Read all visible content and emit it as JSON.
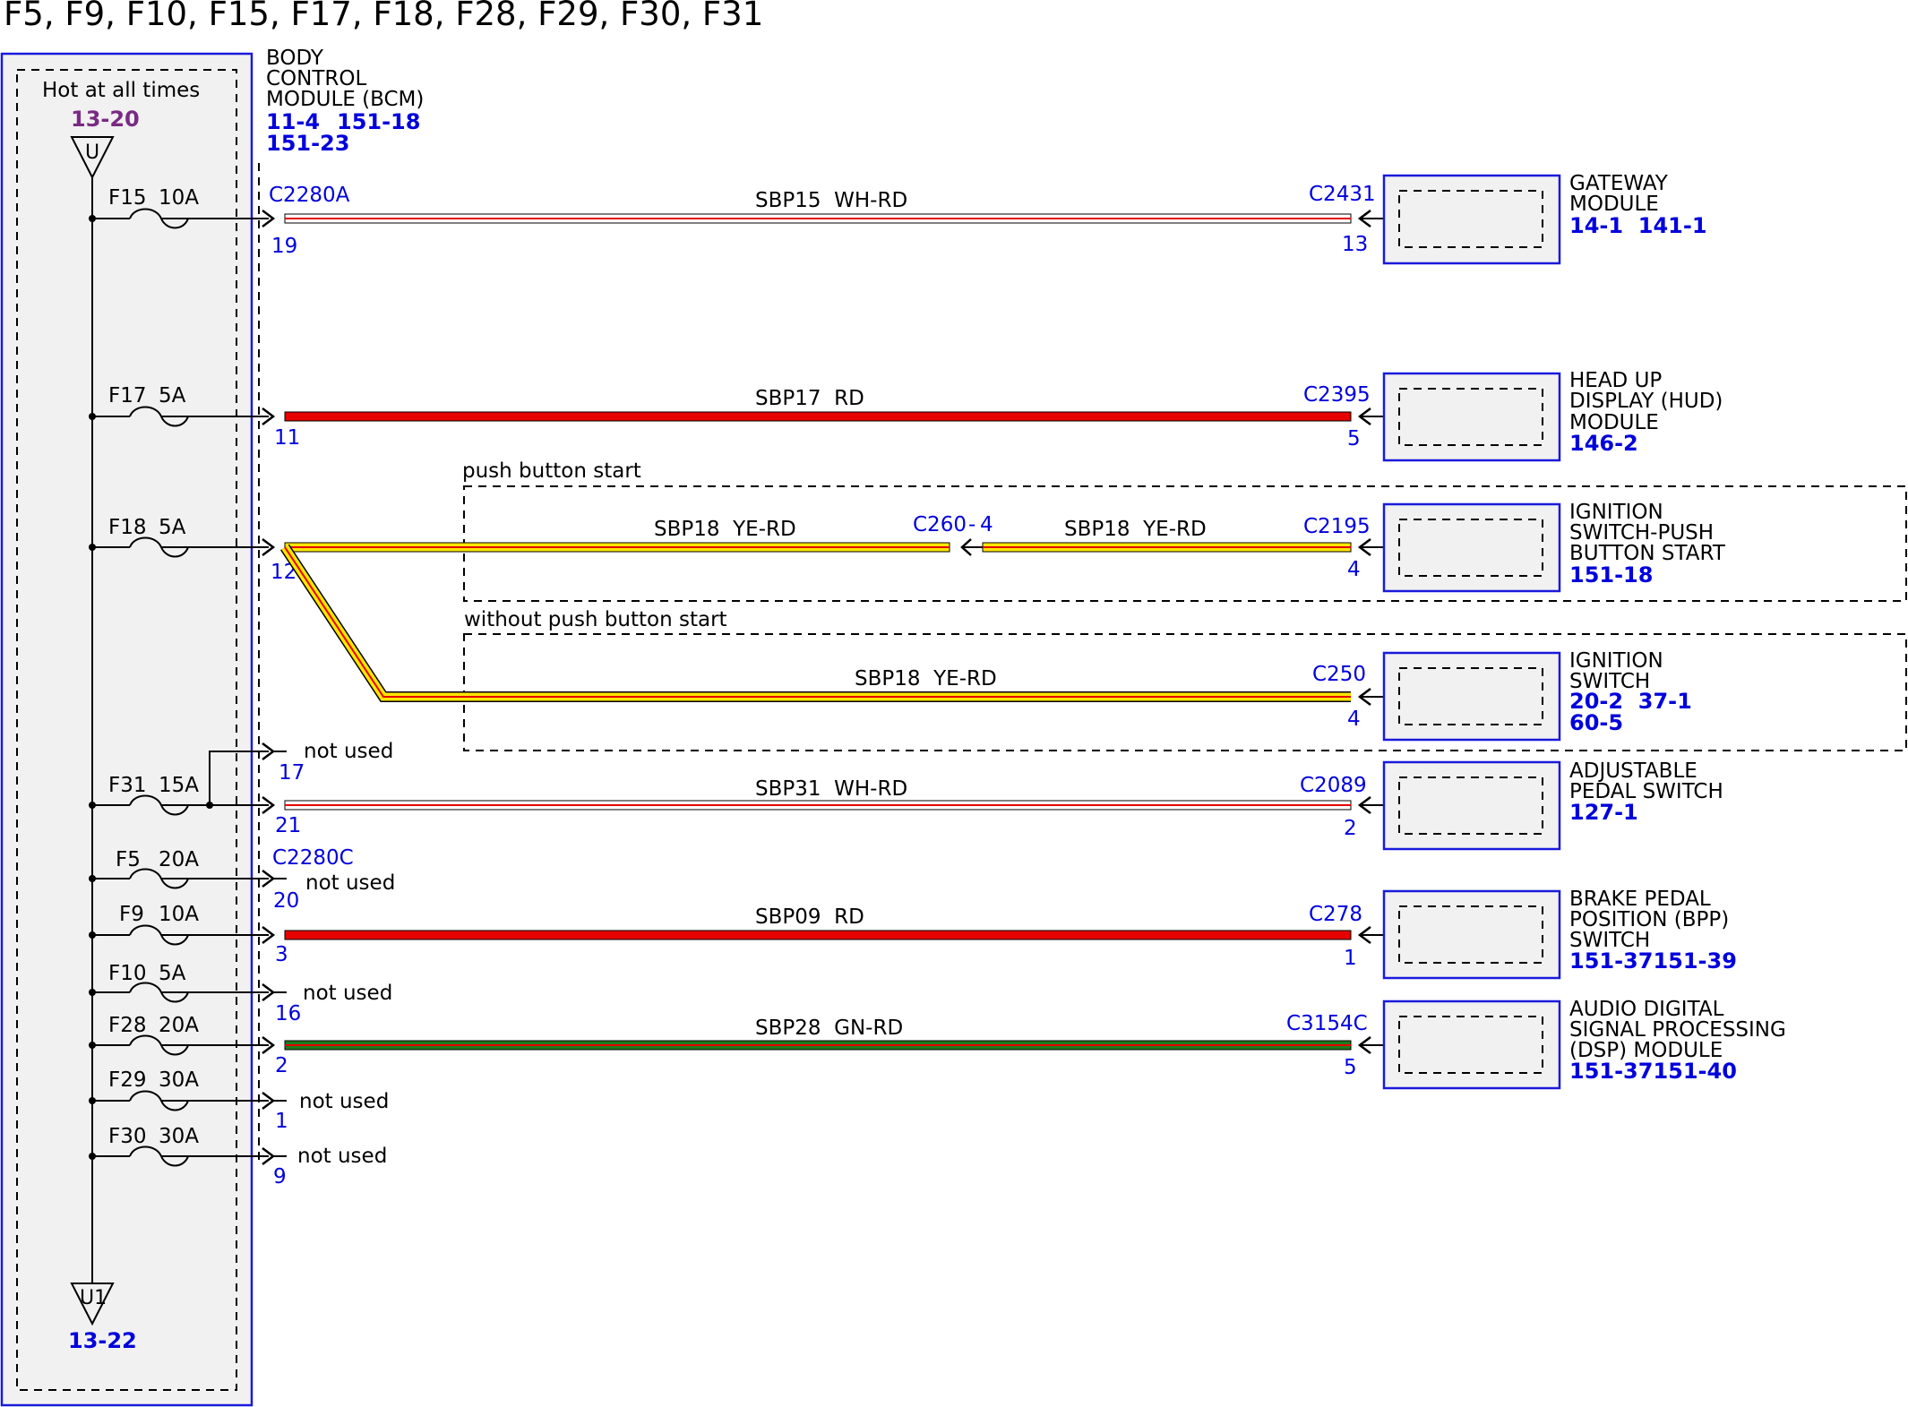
{
  "title": "F5, F9, F10, F15, F17, F18, F28, F29, F30, F31",
  "fuse_panel": {
    "hot_label": "Hot at all times",
    "hot_ref": "13-20",
    "top_symbol": "U",
    "bottom_symbol": "U1",
    "bottom_ref": "13-22"
  },
  "bcm": {
    "name_lines": [
      "BODY",
      "CONTROL",
      "MODULE (BCM)"
    ],
    "ref_line1_a": "11-4",
    "ref_line1_b": "151-18",
    "ref_line2": "151-23",
    "connector_a": "C2280A",
    "connector_c": "C2280C"
  },
  "fuses": [
    {
      "id": "F15",
      "rating": "10A"
    },
    {
      "id": "F17",
      "rating": "5A"
    },
    {
      "id": "F18",
      "rating": "5A"
    },
    {
      "id": "F31",
      "rating": "15A"
    },
    {
      "id": "F5",
      "rating": "20A"
    },
    {
      "id": "F9",
      "rating": "10A"
    },
    {
      "id": "F10",
      "rating": "5A"
    },
    {
      "id": "F28",
      "rating": "20A"
    },
    {
      "id": "F29",
      "rating": "30A"
    },
    {
      "id": "F30",
      "rating": "30A"
    }
  ],
  "pins": {
    "p19": "19",
    "p11": "11",
    "p12": "12",
    "p17": "17",
    "p21": "21",
    "p20": "20",
    "p3": "3",
    "p16": "16",
    "p2": "2",
    "p1": "1",
    "p9": "9"
  },
  "not_used": "not used",
  "circuits": [
    {
      "label": "SBP15  WH-RD",
      "connector": "C2431",
      "pin": "13"
    },
    {
      "label": "SBP17  RD",
      "connector": "C2395",
      "pin": "5"
    },
    {
      "label": "SBP18  YE-RD",
      "connector": "C2195",
      "pin": "4"
    },
    {
      "label": "SBP18  YE-RD",
      "connector": "C250",
      "pin": "4"
    },
    {
      "label": "SBP31  WH-RD",
      "connector": "C2089",
      "pin": "2"
    },
    {
      "label": "SBP09  RD",
      "connector": "C278",
      "pin": "1"
    },
    {
      "label": "SBP28  GN-RD",
      "connector": "C3154C",
      "pin": "5"
    }
  ],
  "inline_connector": {
    "name": "C260",
    "pin": "4",
    "left_label": "SBP18  YE-RD"
  },
  "options": {
    "push_button": "push button start",
    "without_push_button": "without push button start"
  },
  "components": [
    {
      "name_lines": [
        "GATEWAY",
        "MODULE"
      ],
      "refs": [
        "14-1  141-1"
      ]
    },
    {
      "name_lines": [
        "HEAD UP",
        "DISPLAY (HUD)",
        "MODULE"
      ],
      "refs": [
        "146-2"
      ]
    },
    {
      "name_lines": [
        "IGNITION",
        "SWITCH-PUSH",
        "BUTTON START"
      ],
      "refs": [
        "151-18"
      ]
    },
    {
      "name_lines": [
        "IGNITION",
        "SWITCH"
      ],
      "refs": [
        "20-2  37-1",
        "60-5"
      ]
    },
    {
      "name_lines": [
        "ADJUSTABLE",
        "PEDAL SWITCH"
      ],
      "refs": [
        "127-1"
      ]
    },
    {
      "name_lines": [
        "BRAKE PEDAL",
        "POSITION (BPP)",
        "SWITCH"
      ],
      "refs": [
        "151-37151-39"
      ]
    },
    {
      "name_lines": [
        "AUDIO DIGITAL",
        "SIGNAL PROCESSING",
        "(DSP) MODULE"
      ],
      "refs": [
        "151-37151-40"
      ]
    }
  ],
  "wire_colors": {
    "red": "#e60000",
    "white": "#ffffff",
    "yellow": "#ffe600",
    "green": "#1e7a1e",
    "outline": "#000000",
    "ref_blue": "#0000dd",
    "ref_purple": "#7a2a84"
  }
}
